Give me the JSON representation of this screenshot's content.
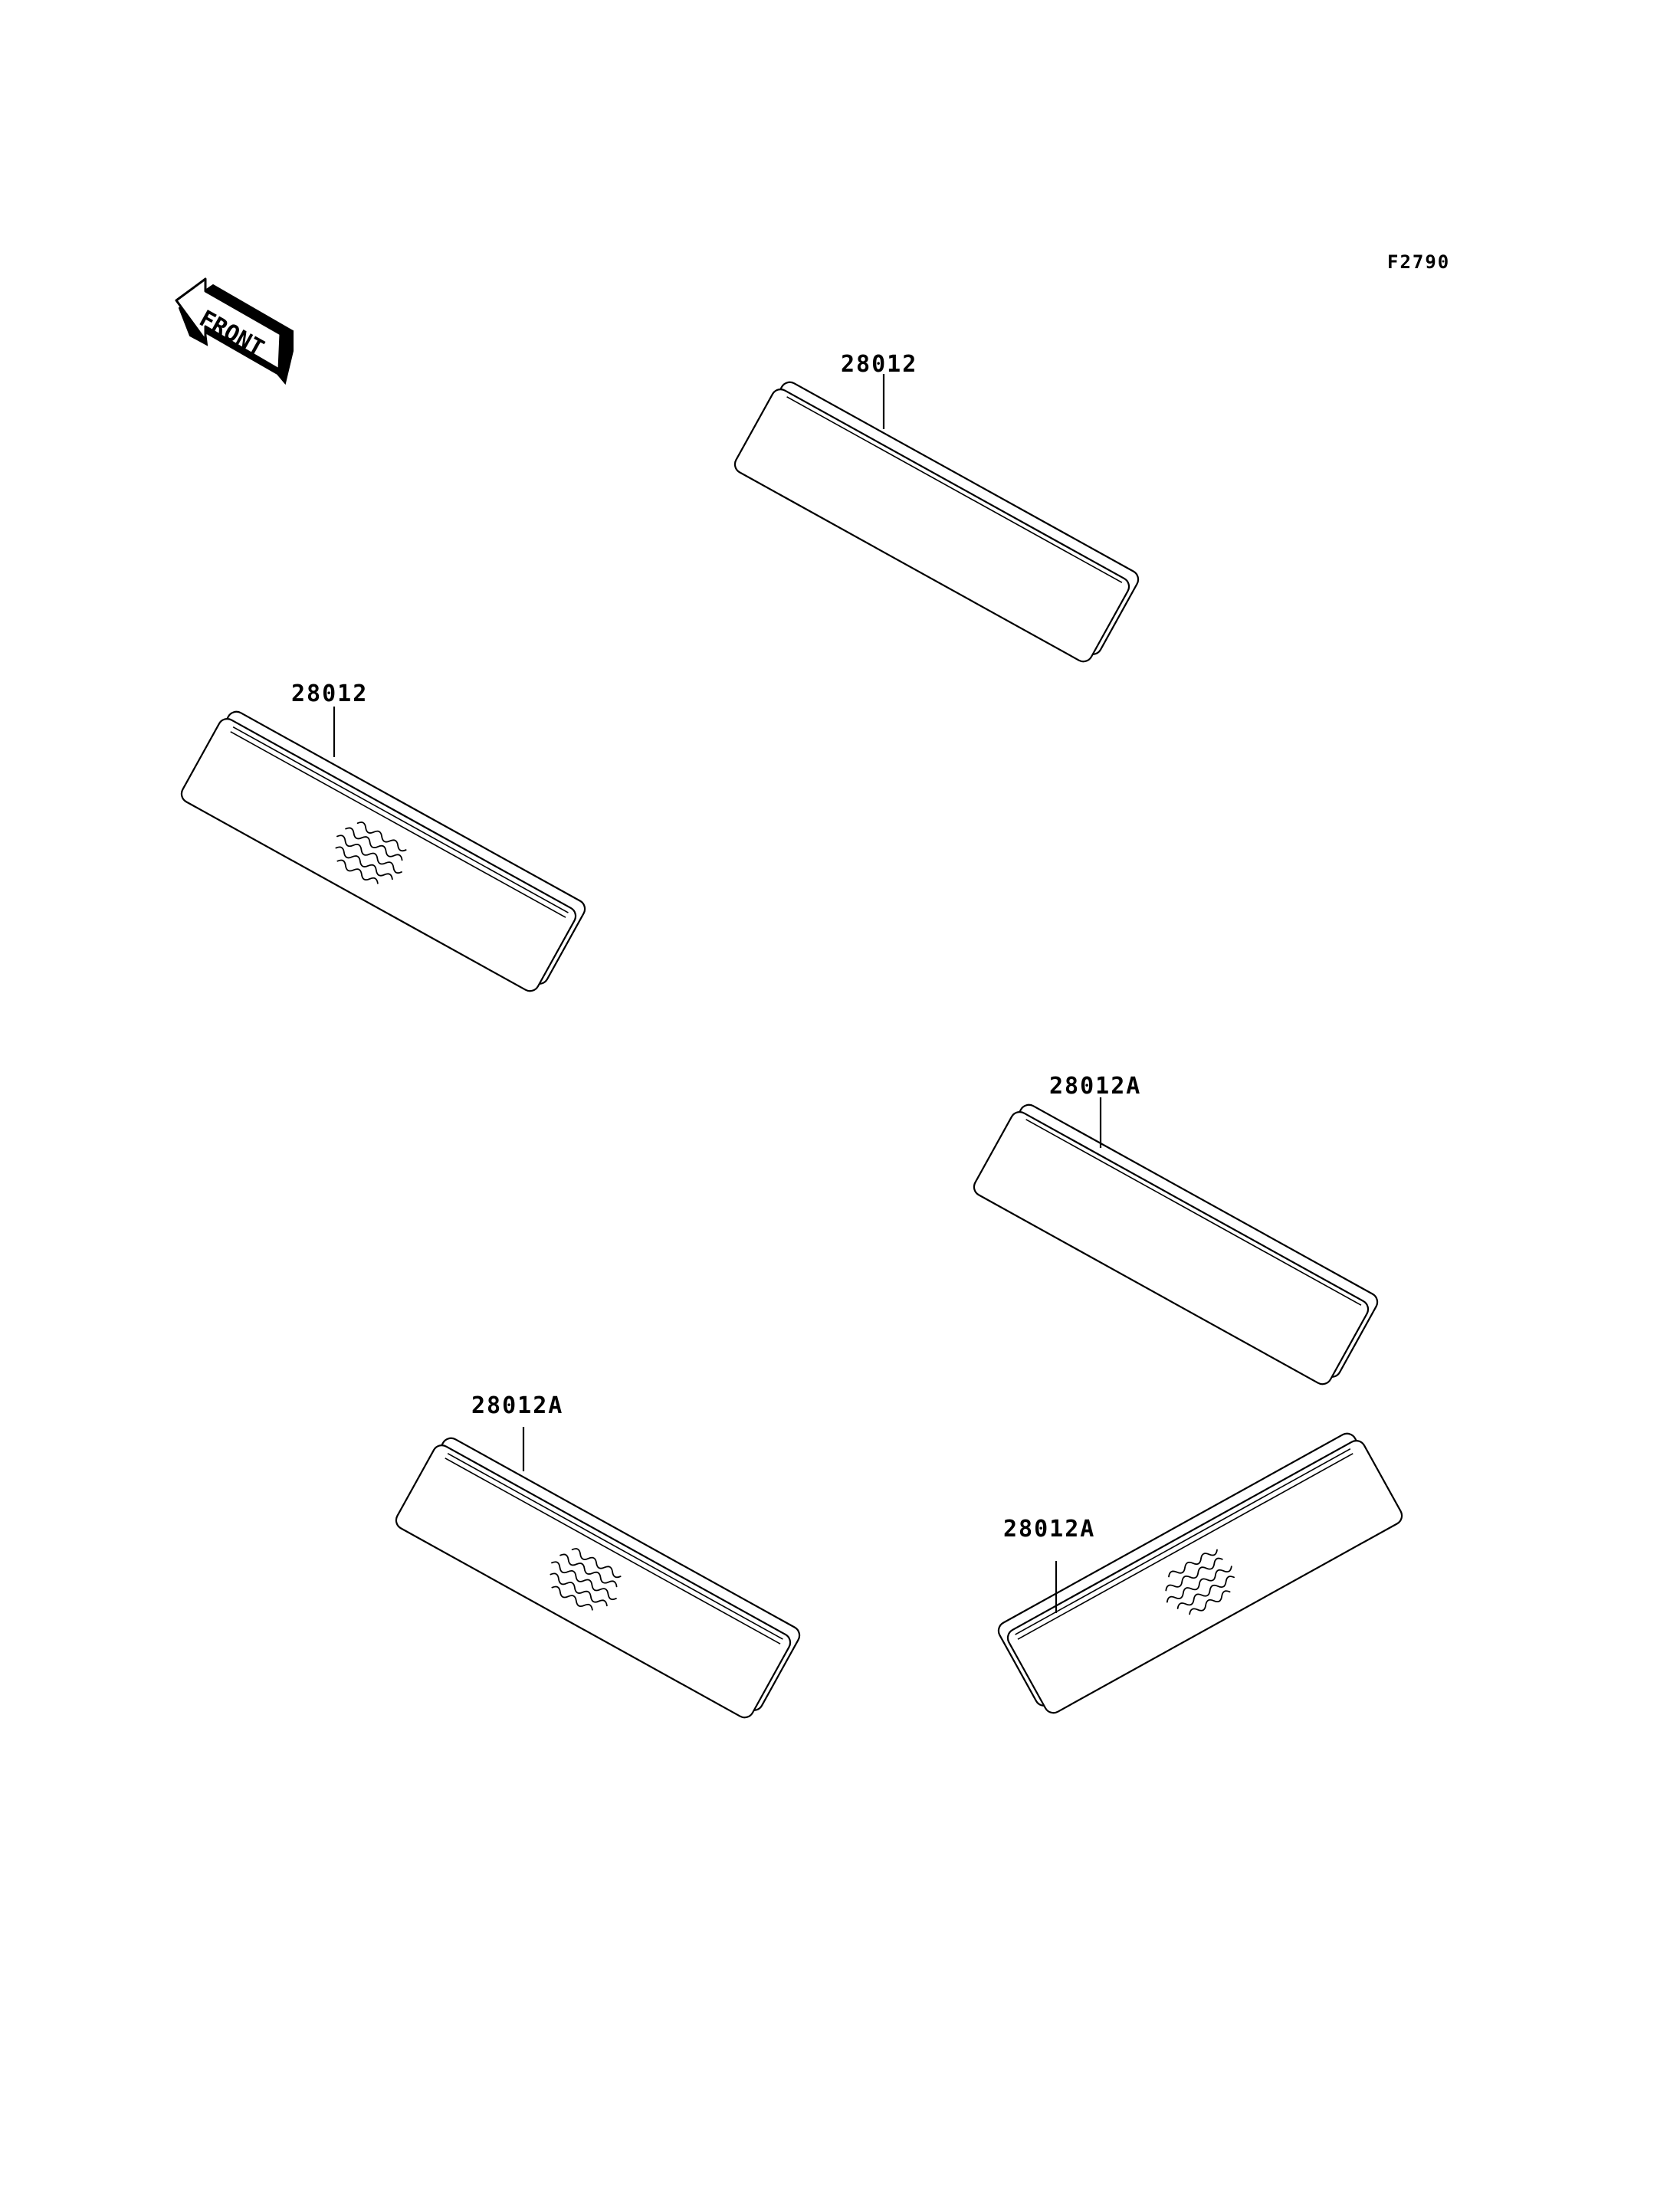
{
  "figure_id": "F2790",
  "front_arrow_label": "FRONT",
  "parts": [
    {
      "label": "28012",
      "textured": false
    },
    {
      "label": "28012",
      "textured": true
    },
    {
      "label": "28012A",
      "textured": false
    },
    {
      "label": "28012A",
      "textured": true
    },
    {
      "label": "28012A",
      "textured": true
    }
  ]
}
